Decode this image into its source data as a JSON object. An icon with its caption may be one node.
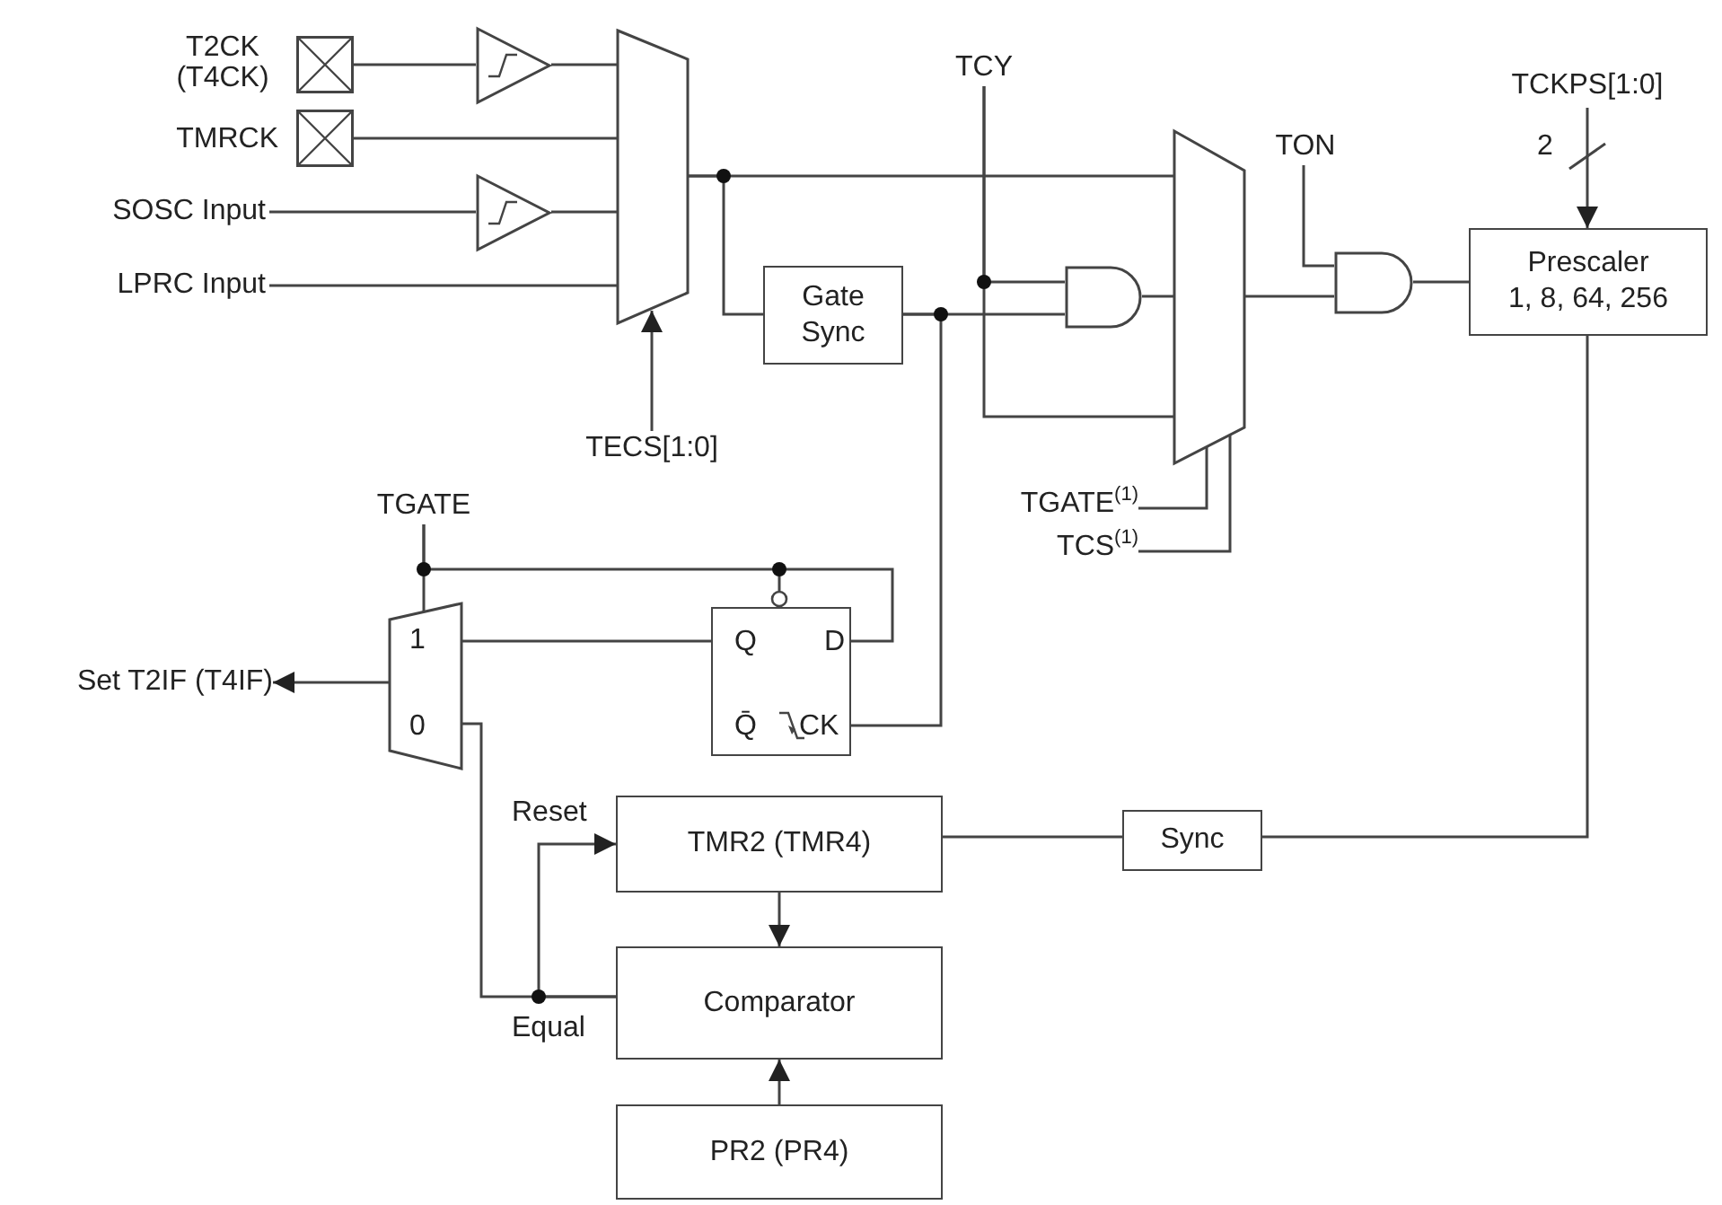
{
  "diagram": {
    "nodes": [
      {
        "text": [],
        "shape": "box",
        "beside": [
          "T2CK (T4CK)"
        ]
      },
      {
        "text": [],
        "shape": "box",
        "beside": [
          "TMRCK"
        ]
      },
      {
        "text": [
          "SOSC Input"
        ]
      },
      {
        "text": [
          "LPRC Input"
        ]
      },
      {
        "text": [],
        "shape": "triangle"
      },
      {
        "text": [],
        "shape": "triangle"
      },
      {
        "text": [],
        "shape": "trapezoid"
      },
      {
        "text": [
          "TECS[1:0]"
        ]
      },
      {
        "text": [
          "Gate Sync"
        ]
      },
      {
        "text": [
          "TCY"
        ]
      },
      {
        "text": [],
        "shape": "gate"
      },
      {
        "text": [],
        "shape": "trapezoid"
      },
      {
        "text": [
          "TGATE$^{(1)}$"
        ]
      },
      {
        "text": [
          "TCS$^{(1)}$"
        ]
      },
      {
        "text": [
          "TON"
        ]
      },
      {
        "text": [],
        "shape": "gate"
      },
      {
        "text": [
          "TCKPS[1:0]"
        ]
      },
      {
        "text": [
          "Prescaler",
          "1, 8, 64, 256"
        ]
      },
      {
        "text": [
          "TGATE"
        ]
      },
      {
        "text": [
          "1",
          "0"
        ]
      },
      {
        "text": [
          "Set T2IF (T4IF)"
        ]
      },
      {
        "text": [
          "Q",
          "D",
          "Q̄",
          "CK"
        ]
      },
      {
        "text": [
          "Sync"
        ]
      },
      {
        "text": [
          "TMR2 (TMR4)"
        ],
        "beside": [
          "Reset"
        ]
      },
      {
        "text": [
          "Comparator"
        ],
        "beside": [
          "Equal"
        ]
      },
      {
        "text": [
          "PR2 (PR4)"
        ]
      }
    ],
    "edges": [
      {
        "from": 0,
        "to": 4,
        "arrow": "none"
      },
      {
        "from": 4,
        "to": 6,
        "arrow": "none"
      },
      {
        "from": 1,
        "to": 6,
        "arrow": "none"
      },
      {
        "from": 2,
        "to": 5,
        "arrow": "none"
      },
      {
        "from": 5,
        "to": 6,
        "arrow": "none"
      },
      {
        "from": 3,
        "to": 6,
        "arrow": "none"
      },
      {
        "from": 7,
        "to": 6,
        "arrow": "to"
      },
      {
        "from": 6,
        "to": 11,
        "arrow": "none"
      },
      {
        "from": 6,
        "to": 8,
        "arrow": "none"
      },
      {
        "from": 8,
        "to": 10,
        "arrow": "none"
      },
      {
        "from": 8,
        "to": 21,
        "arrow": "none"
      },
      {
        "from": 9,
        "to": 10,
        "arrow": "none"
      },
      {
        "from": 9,
        "to": 11,
        "arrow": "none"
      },
      {
        "from": 10,
        "to": 11,
        "arrow": "none"
      },
      {
        "from": 12,
        "to": 11,
        "arrow": "none"
      },
      {
        "from": 13,
        "to": 11,
        "arrow": "none"
      },
      {
        "from": 11,
        "to": 15,
        "arrow": "none"
      },
      {
        "from": 14,
        "to": 15,
        "arrow": "none"
      },
      {
        "from": 15,
        "to": 17,
        "arrow": "none"
      },
      {
        "from": 16,
        "to": 17,
        "arrow": "to",
        "label": "2"
      },
      {
        "from": 17,
        "to": 22,
        "arrow": "none"
      },
      {
        "from": 22,
        "to": 23,
        "arrow": "none"
      },
      {
        "from": 23,
        "to": 24,
        "arrow": "to"
      },
      {
        "from": 25,
        "to": 24,
        "arrow": "to"
      },
      {
        "from": 24,
        "to": 23,
        "arrow": "to"
      },
      {
        "from": 24,
        "to": 19,
        "arrow": "none"
      },
      {
        "from": 18,
        "to": 19,
        "arrow": "none"
      },
      {
        "from": 18,
        "to": 21,
        "arrow": "none"
      },
      {
        "from": 21,
        "to": 19,
        "arrow": "none"
      },
      {
        "from": 19,
        "to": 20,
        "arrow": "to"
      }
    ]
  }
}
